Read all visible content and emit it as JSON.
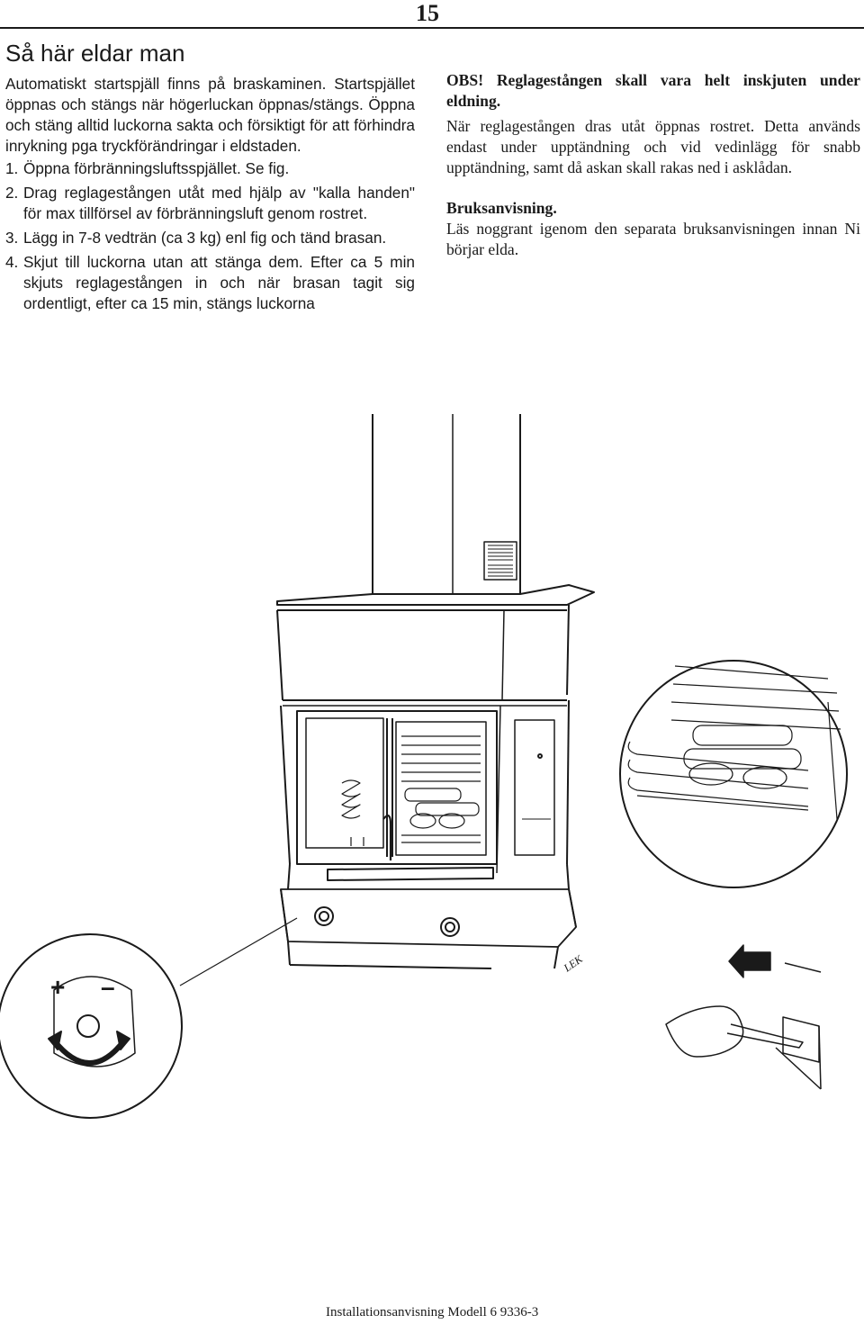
{
  "page": {
    "number": "15",
    "title": "Så här eldar man",
    "intro": "Automatiskt startspjäll finns på braskaminen. Startspjället öppnas och stängs när högerluckan öppnas/stängs. Öppna och stäng alltid luckorna sakta och försiktigt för att förhindra inrykning pga tryckförändringar i eldstaden.",
    "steps": [
      {
        "num": "1.",
        "text": "Öppna förbränningsluftsspjället. Se fig."
      },
      {
        "num": "2.",
        "text": "Drag reglagestången utåt med hjälp av \"kalla handen\" för max tillförsel av förbränningsluft genom rostret."
      },
      {
        "num": "3.",
        "text": "Lägg in 7-8 vedträn (ca 3 kg) enl fig och tänd brasan."
      },
      {
        "num": "4.",
        "text": "Skjut till luckorna utan att stänga dem. Efter ca 5 min skjuts reglagestången in och när brasan tagit sig ordentligt, efter ca 15 min, stängs luckorna"
      }
    ],
    "obs": "OBS! Reglagestången skall vara helt inskjuten under eldning.",
    "obs_detail": "När reglagestången dras utåt öppnas rostret. Detta används endast under upptändning och vid vedinlägg för snabb upptändning, samt då askan skall rakas ned i asklådan.",
    "usage_heading": "Bruksanvisning.",
    "usage_text": "Läs noggrant igenom den separata bruksanvisningen innan Ni börjar elda.",
    "footer": "Installationsanvisning Modell 6 9336-3"
  },
  "figure": {
    "dial_plus": "+",
    "dial_minus": "–",
    "handle_label": "LEK"
  }
}
